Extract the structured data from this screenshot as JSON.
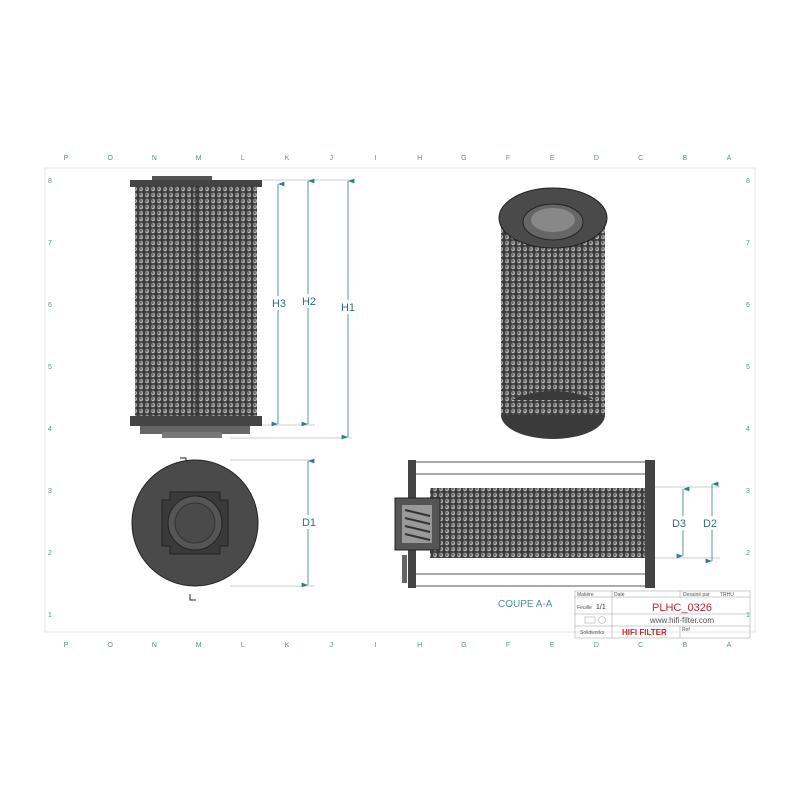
{
  "grid": {
    "columns": [
      "P",
      "O",
      "N",
      "M",
      "L",
      "K",
      "J",
      "I",
      "H",
      "G",
      "F",
      "E",
      "D",
      "C",
      "B",
      "A"
    ],
    "rows": [
      "8",
      "7",
      "6",
      "5",
      "4",
      "3",
      "2",
      "1"
    ]
  },
  "dimensions": {
    "h1": "H1",
    "h2": "H2",
    "h3": "H3",
    "d1": "D1",
    "d2": "D2",
    "d3": "D3"
  },
  "section_label": "COUPE A-A",
  "title_block": {
    "matiere_label": "Matière",
    "date_label": "Date",
    "drawn_by_label": "Dessiné par",
    "drawn_by": "TRHU",
    "sheet_label": "Feuille",
    "sheet": "1/1",
    "part_number": "PLHC_0326",
    "website": "www.hifi-filter.com",
    "solidworks_label": "Solidworks",
    "brand": "HIFI FILTER",
    "ref_label": "Ref"
  },
  "colors": {
    "accent": "#2f7f80",
    "brand_red": "#c0282d",
    "body": "#4a4a4a"
  }
}
